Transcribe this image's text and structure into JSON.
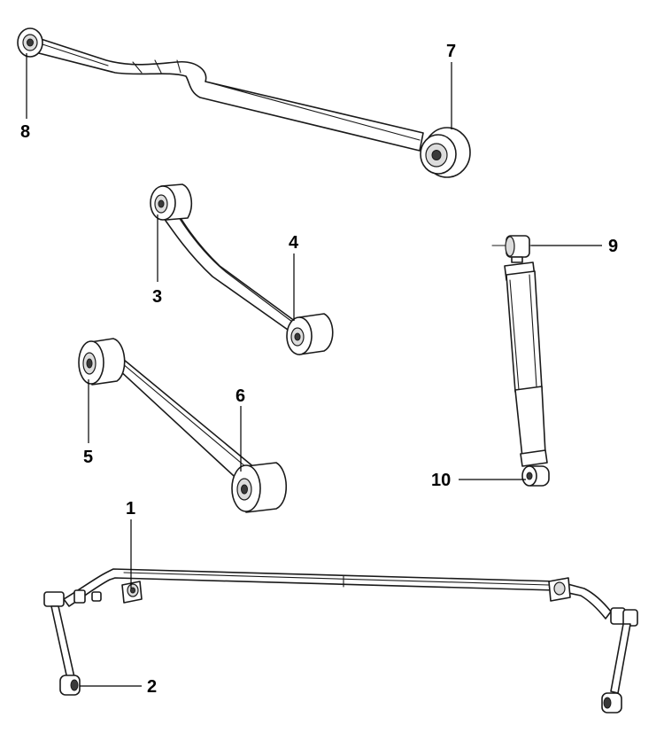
{
  "callouts": {
    "c1": "1",
    "c2": "2",
    "c3": "3",
    "c4": "4",
    "c5": "5",
    "c6": "6",
    "c7": "7",
    "c8": "8",
    "c9": "9",
    "c10": "10"
  },
  "colors": {
    "line": "#1a1a1a",
    "fill": "#ffffff",
    "shade": "#dcdcdc"
  }
}
